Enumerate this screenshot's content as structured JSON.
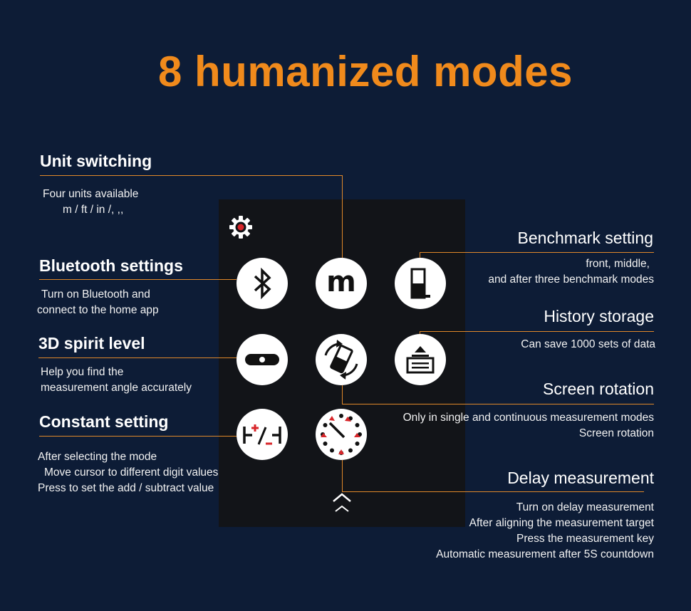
{
  "title": "8 humanized modes",
  "modes": {
    "unit": {
      "heading": "Unit switching",
      "desc": [
        "Four units available",
        "m / ft / in /, ,,"
      ],
      "icon": "unit-m-icon",
      "glyph": "m"
    },
    "bluetooth": {
      "heading": "Bluetooth settings",
      "desc": [
        "Turn on Bluetooth and",
        "connect to the home app"
      ],
      "icon": "bluetooth-icon"
    },
    "level": {
      "heading": "3D spirit level",
      "desc": [
        "Help you find the",
        "measurement angle accurately"
      ],
      "icon": "spirit-level-icon"
    },
    "constant": {
      "heading": "Constant setting",
      "desc": [
        "After selecting the mode",
        "Move cursor to different digit values",
        "Press to set the add / subtract value"
      ],
      "icon": "constant-add-subtract-icon"
    },
    "benchmark": {
      "heading": "Benchmark setting",
      "desc": [
        "front, middle,",
        "and after three benchmark modes"
      ],
      "icon": "benchmark-icon"
    },
    "history": {
      "heading": "History storage",
      "desc": [
        "Can save 1000 sets of data"
      ],
      "icon": "history-storage-icon"
    },
    "rotation": {
      "heading": "Screen rotation",
      "desc": [
        "Only in single and continuous measurement modes",
        "Screen rotation"
      ],
      "icon": "screen-rotation-icon"
    },
    "delay": {
      "heading": "Delay measurement",
      "desc": [
        "Turn on delay measurement",
        "After aligning the measurement target",
        "Press the measurement key",
        "Automatic measurement after 5S countdown"
      ],
      "icon": "delay-timer-icon"
    }
  },
  "panel_icons": [
    "gear-icon",
    "chevron-up-icon"
  ],
  "colors": {
    "background": "#0d1c36",
    "accent": "#f08a1c",
    "panel": "#121418",
    "icon_red": "#d8262a"
  }
}
